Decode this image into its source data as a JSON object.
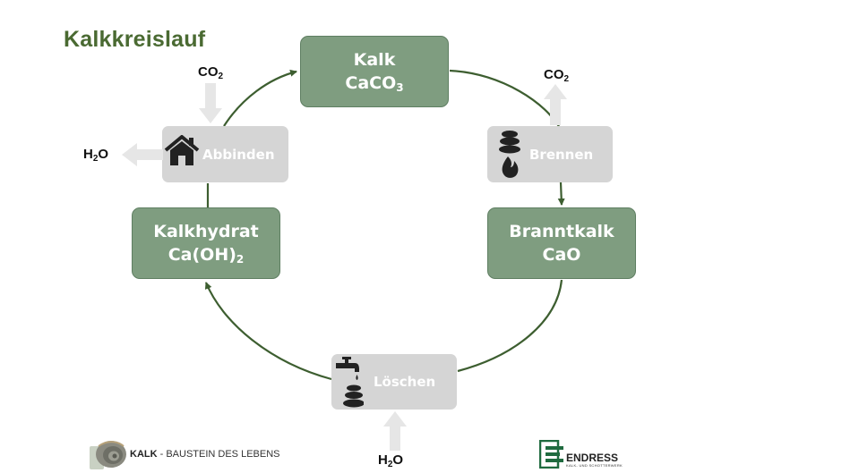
{
  "title": "Kalkkreislauf",
  "nodes": {
    "kalk": {
      "name": "Kalk",
      "formula": "CaCO",
      "sub": "3"
    },
    "branntkalk": {
      "name": "Branntkalk",
      "formula": "CaO"
    },
    "kalkhydrat": {
      "name": "Kalkhydrat",
      "formula": "Ca(OH)",
      "sub": "2"
    }
  },
  "processes": {
    "brennen": "Brennen",
    "loeschen": "Löschen",
    "abbinden": "Abbinden"
  },
  "chemicals": {
    "co2_in": {
      "base": "CO",
      "sub": "2"
    },
    "co2_out": {
      "base": "CO",
      "sub": "2"
    },
    "h2o_out": {
      "pre": "H",
      "sub": "2",
      "post": "O"
    },
    "h2o_in": {
      "pre": "H",
      "sub": "2",
      "post": "O"
    }
  },
  "footer": {
    "brand": "KALK",
    "tagline": " - BAUSTEIN DES LEBENS",
    "logo_name": "ENDRESS",
    "logo_sub": "KALK- UND SCHOTTERWERK"
  },
  "colors": {
    "node_fill": "#7f9d80",
    "process_fill": "#d5d5d5",
    "cycle_line": "#3d5e30",
    "title": "#4a6a32",
    "flow_arrow": "#e6e6e6"
  }
}
